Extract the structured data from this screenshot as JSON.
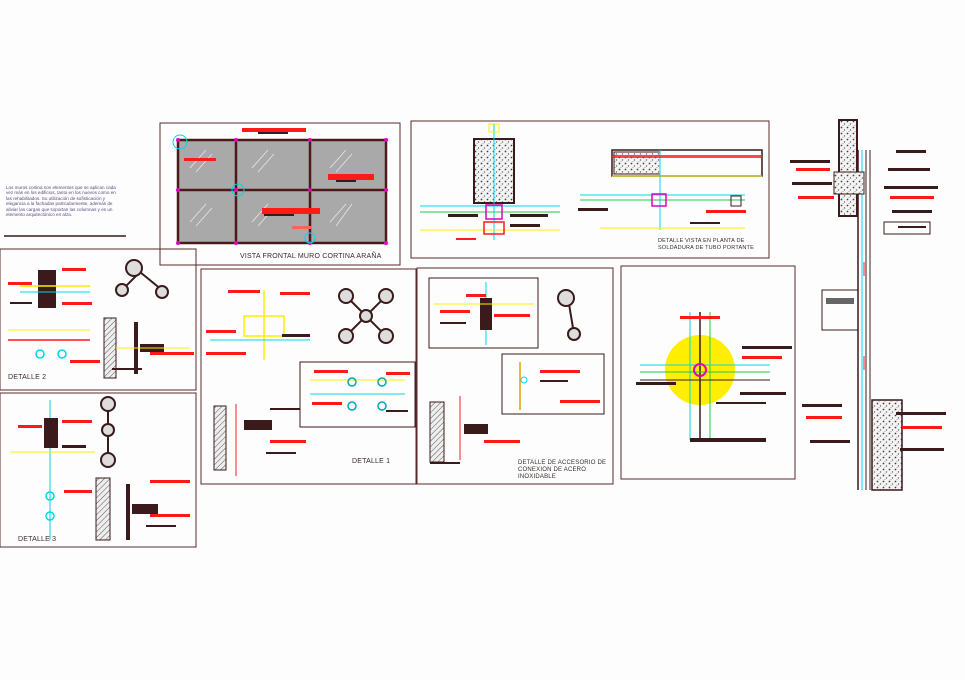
{
  "intro_text": "Los muros cortina son elementos que se aplican cada vez más en los edificios, tanto en los nuevos como en las rehabilitados. Su utilización de sofisticación y elegancia a la fachadas particularmente, además de aliviar las cargas que soportan las columnas y es un elemento arquitectónico en alza.",
  "labels": {
    "vista_frontal": "VISTA FRONTAL MURO CORTINA ARAÑA",
    "detalle_vista_planta": "DETALLE VISTA EN PLANTA DE SOLDADURA DE TUBO PORTANTE",
    "detalle_2": "DETALLE 2",
    "detalle_1": "DETALLE 1",
    "detalle_3": "DETALLE 3",
    "detalle_accesorio": "DETALLE DE ACCESORIO DE CONEXION DE ACERO INOXIDABLE"
  },
  "colors": {
    "frame": "#5a2a2a",
    "annotation_red": "#ff1a1a",
    "annotation_dark": "#3a1a1a",
    "glass": "#a9a9a9",
    "cyan": "#00d8e8",
    "yellow": "#ffee00",
    "magenta": "#e000c0",
    "green": "#22cc44"
  }
}
